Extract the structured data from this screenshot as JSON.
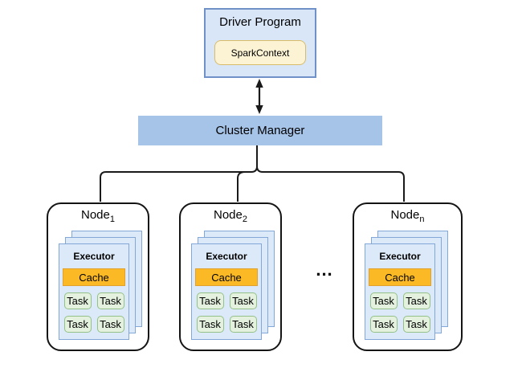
{
  "driver": {
    "title": "Driver Program",
    "spark_context": "SparkContext"
  },
  "cluster_manager": {
    "label": "Cluster Manager"
  },
  "ellipsis": "...",
  "nodes": [
    {
      "name": "Node",
      "sub": "1",
      "executor": {
        "title": "Executor",
        "cache": "Cache",
        "tasks": [
          "Task",
          "Task",
          "Task",
          "Task"
        ]
      }
    },
    {
      "name": "Node",
      "sub": "2",
      "executor": {
        "title": "Executor",
        "cache": "Cache",
        "tasks": [
          "Task",
          "Task",
          "Task",
          "Task"
        ]
      }
    },
    {
      "name": "Node",
      "sub": "n",
      "executor": {
        "title": "Executor",
        "cache": "Cache",
        "tasks": [
          "Task",
          "Task",
          "Task",
          "Task"
        ]
      }
    }
  ],
  "colors": {
    "driver-fill": "#D8E6F8",
    "driver-border": "#7090C8",
    "spark-fill": "#FCF3D4",
    "spark-border": "#D8BC6A",
    "cluster-fill": "#A6C3E8",
    "node-border": "#141414",
    "executor-fill": "#DCE9F8",
    "executor-border": "#83A7D6",
    "cache-fill": "#FBBA25",
    "cache-border": "#E0A12E",
    "task-fill": "#E4F1DF",
    "task-border": "#93C187",
    "line": "#1A1A1A"
  }
}
